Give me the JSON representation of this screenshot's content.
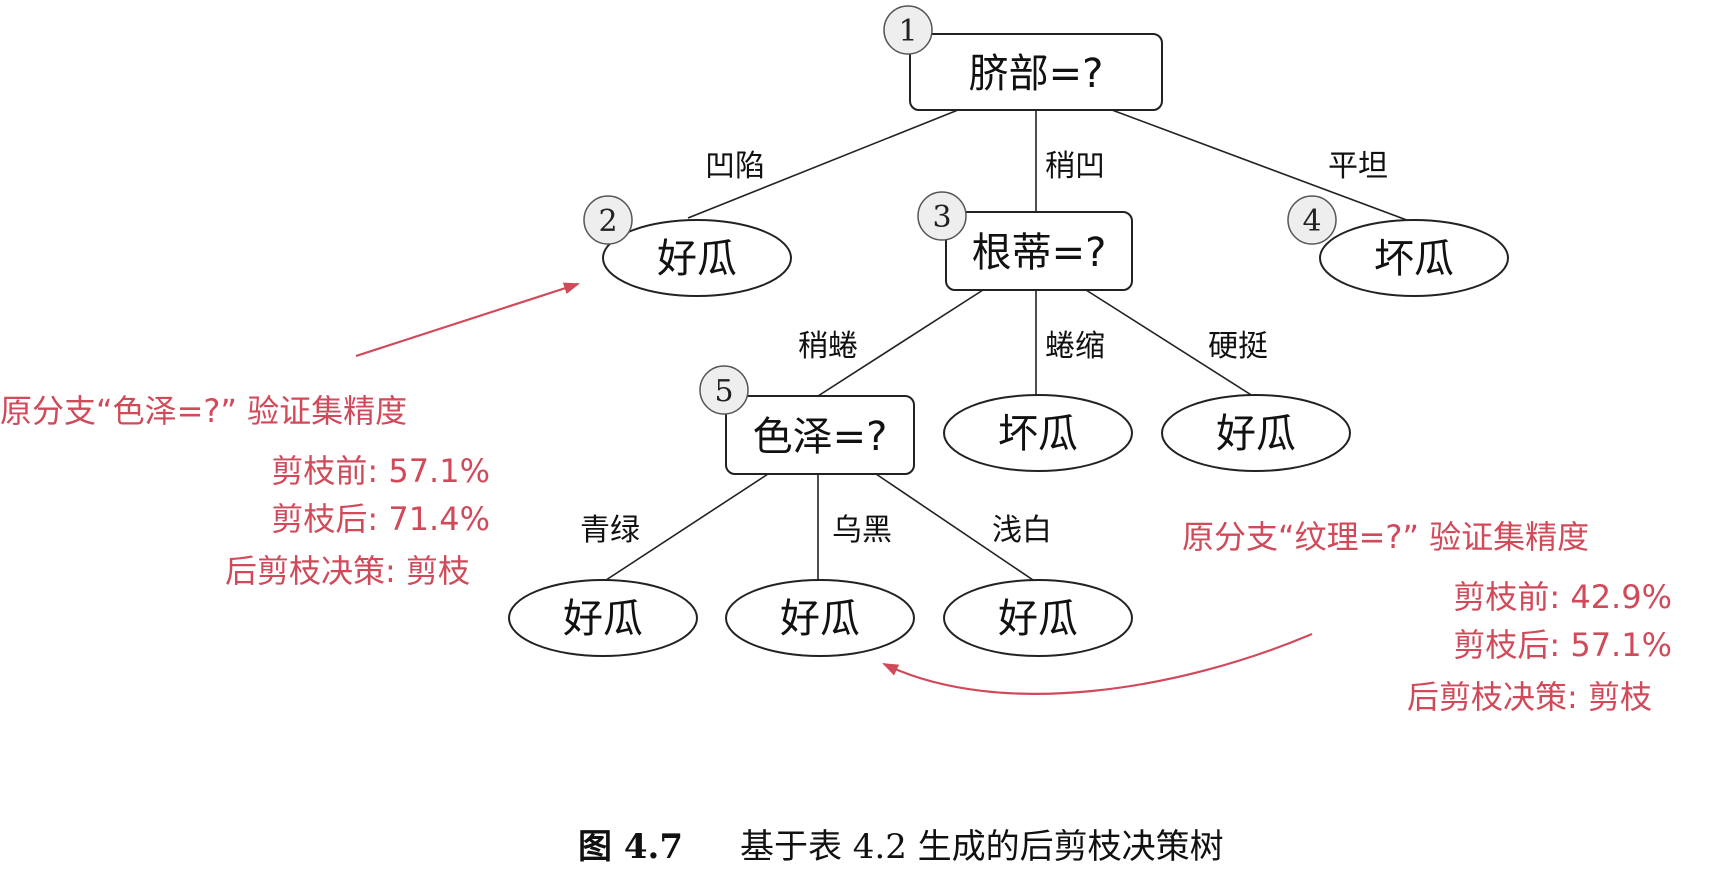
{
  "nodes": {
    "n1": {
      "num": "1",
      "label": "脐部=?"
    },
    "n2": {
      "num": "2",
      "label": "好瓜"
    },
    "n3": {
      "num": "3",
      "label": "根蒂=?"
    },
    "n4": {
      "num": "4",
      "label": "坏瓜"
    },
    "n5": {
      "num": "5",
      "label": "色泽=?"
    },
    "n3b": {
      "label": "坏瓜"
    },
    "n3c": {
      "label": "好瓜"
    },
    "n5a": {
      "label": "好瓜"
    },
    "n5b": {
      "label": "好瓜"
    },
    "n5c": {
      "label": "好瓜"
    }
  },
  "edges": {
    "e1_2": "凹陷",
    "e1_3": "稍凹",
    "e1_4": "平坦",
    "e3_5": "稍蜷",
    "e3_b": "蜷缩",
    "e3_c": "硬挺",
    "e5_a": "青绿",
    "e5_b": "乌黑",
    "e5_c": "浅白"
  },
  "annotation_left": {
    "title": "原分支“色泽=?” 验证集精度",
    "before": "剪枝前: 57.1%",
    "after": "剪枝后: 71.4%",
    "decision": "后剪枝决策: 剪枝"
  },
  "annotation_right": {
    "title": "原分支“纹理=?” 验证集精度",
    "before": "剪枝前: 42.9%",
    "after": "剪枝后: 57.1%",
    "decision": "后剪枝决策: 剪枝"
  },
  "caption": {
    "figure": "图 4.7",
    "text": "基于表 4.2 生成的后剪枝决策树"
  },
  "colors": {
    "annotation": "#d04a5a",
    "node_fill": "#ffffff",
    "number_badge": "#eeeeee"
  }
}
